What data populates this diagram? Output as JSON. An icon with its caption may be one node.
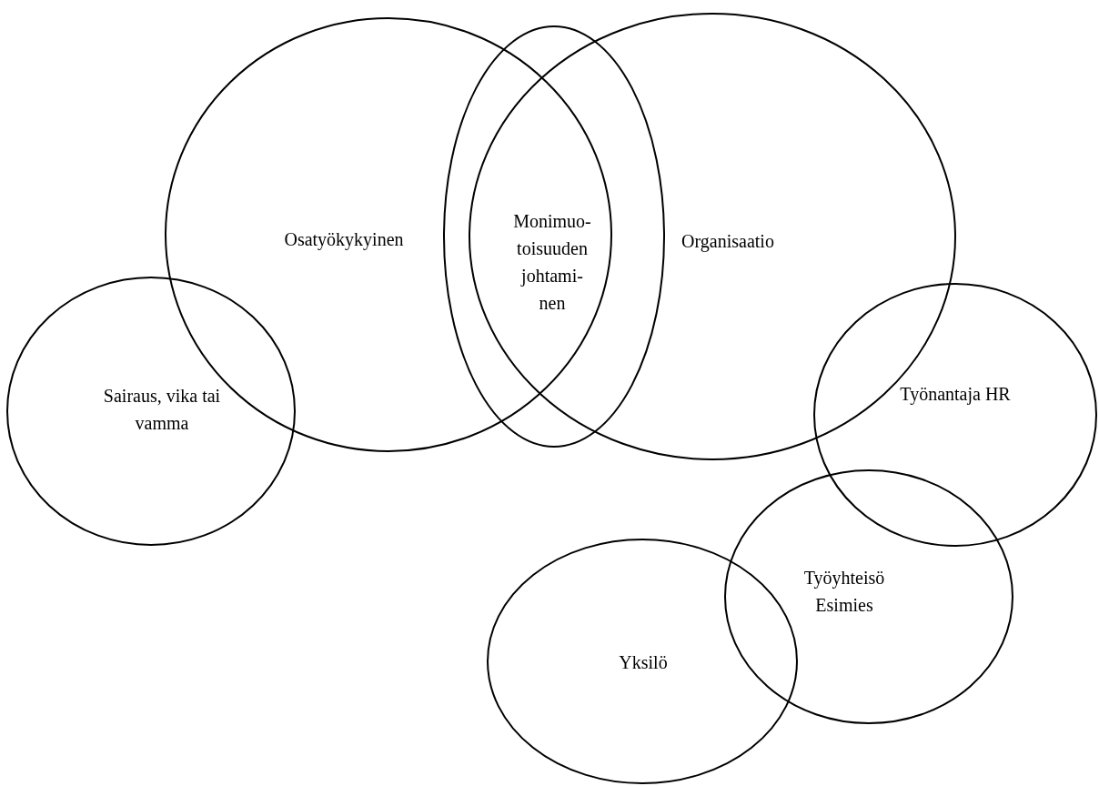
{
  "diagram": {
    "nodes": [
      {
        "text": [
          "Osatyökykyinen"
        ]
      },
      {
        "text": [
          "Monimuo- toisuuden johtami- nen"
        ]
      },
      {
        "text": [
          "Organisaatio"
        ]
      },
      {
        "text": [
          "Sairaus, vika tai vamma"
        ]
      },
      {
        "text": [
          "Työnantaja HR"
        ]
      },
      {
        "text": [
          "Työyhteisö Esimies"
        ]
      },
      {
        "text": [
          "Yksilö"
        ]
      }
    ]
  }
}
